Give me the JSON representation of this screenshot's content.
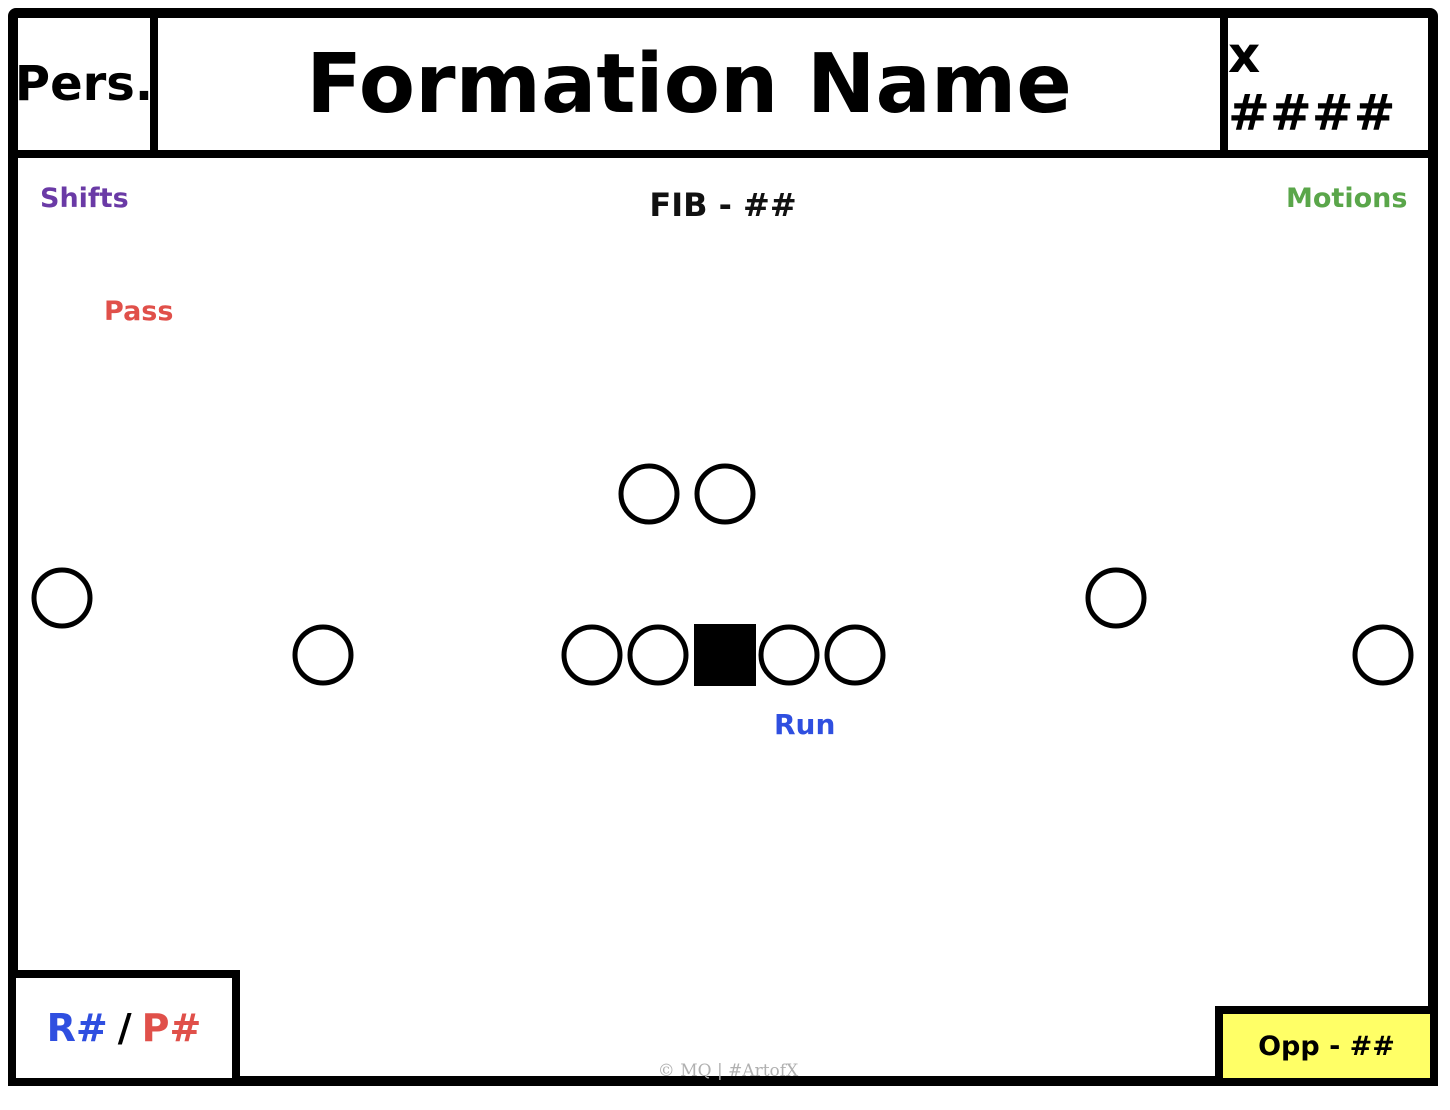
{
  "header": {
    "personnel": "Pers.",
    "formation_name": "Formation Name",
    "count": "x ####"
  },
  "labels": {
    "shifts": "Shifts",
    "fib": "FIB - ##",
    "motions": "Motions",
    "pass": "Pass",
    "run": "Run"
  },
  "footer": {
    "run_number": "R#",
    "separator": "/",
    "pass_number": "P#",
    "opponent": "Opp - ##",
    "copyright": "© MQ | #ArtofX"
  },
  "colors": {
    "shifts": "#6a3aa6",
    "motions": "#5aa64a",
    "pass": "#e0504a",
    "run": "#2f4fe0",
    "opponent_box": "#ffff66"
  },
  "players": {
    "center": "filled-square",
    "others": "open-circle",
    "count": 11
  }
}
